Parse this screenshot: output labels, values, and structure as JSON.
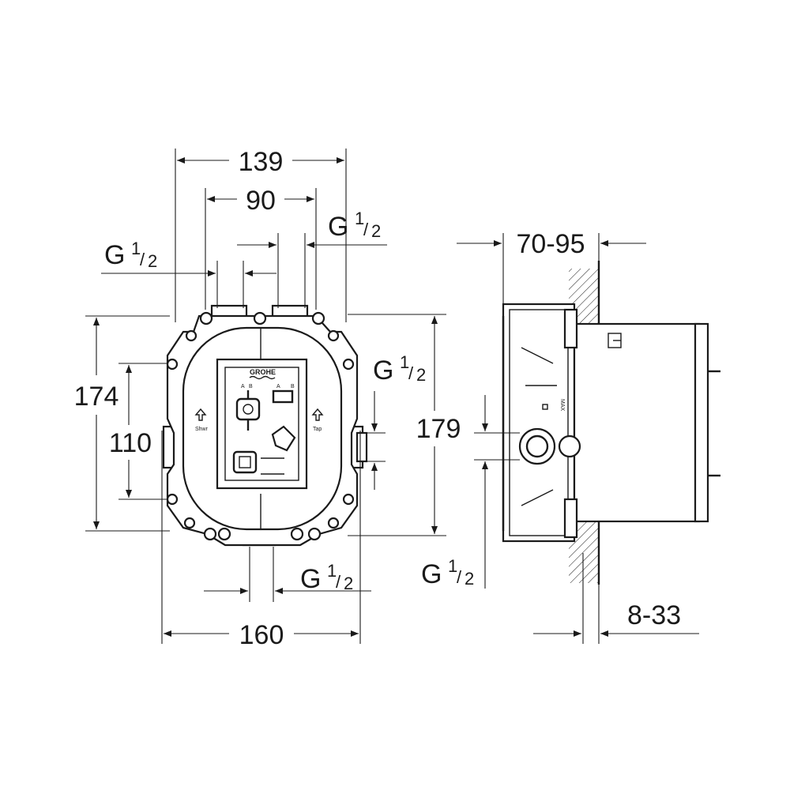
{
  "dimensions": {
    "width_top": "139",
    "inlet_spacing": "90",
    "height_left": "174",
    "center_spacing": "110",
    "height_right": "179",
    "width_bottom": "160",
    "depth_range": "70-95",
    "wall_range": "8-33"
  },
  "threads": {
    "top_left": {
      "prefix": "G",
      "num": "1",
      "den": "2"
    },
    "top_right": {
      "prefix": "G",
      "num": "1",
      "den": "2"
    },
    "right_side": {
      "prefix": "G",
      "num": "1",
      "den": "2"
    },
    "bottom_front": {
      "prefix": "G",
      "num": "1",
      "den": "2"
    },
    "bottom_side": {
      "prefix": "G",
      "num": "1",
      "den": "2"
    }
  },
  "plate": {
    "brand": "GROHE",
    "port_a": "A",
    "port_b": "B",
    "port_a2": "A",
    "port_b2": "B",
    "left_label": "Shwr",
    "right_label": "Tap",
    "side_label": "MAX"
  },
  "colors": {
    "line": "#1a1a1a",
    "background": "#ffffff"
  }
}
